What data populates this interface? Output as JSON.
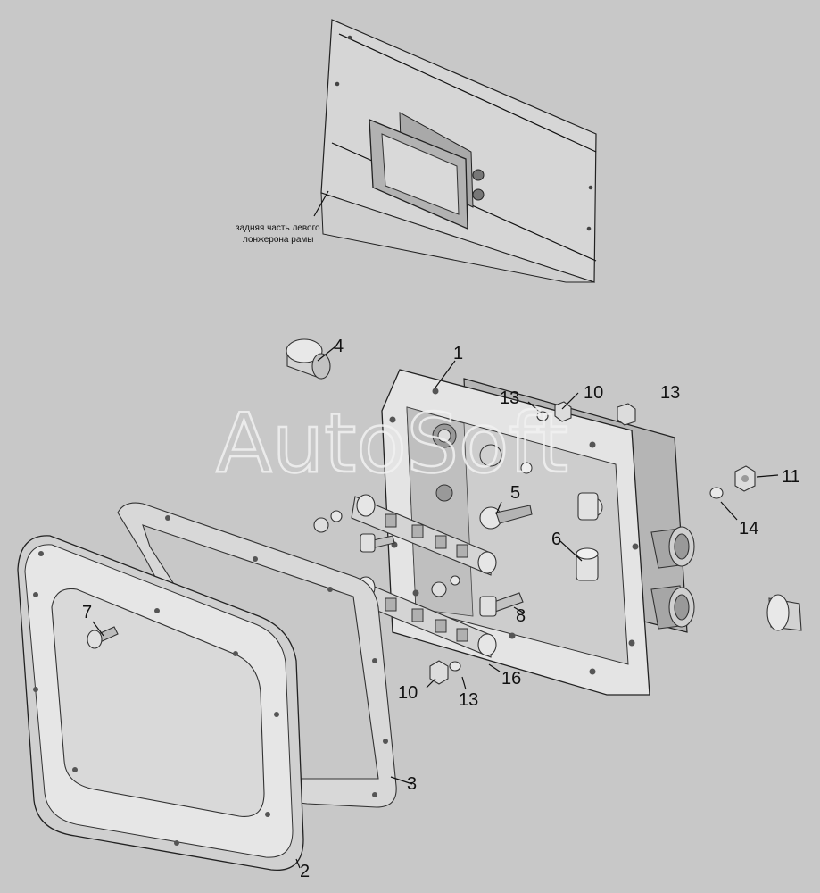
{
  "location_note": {
    "line1": "задняя часть левого",
    "line2": "лонжерона рамы"
  },
  "watermark": "AutoSoft",
  "callouts": [
    {
      "id": "c1",
      "label": "1"
    },
    {
      "id": "c2",
      "label": "2"
    },
    {
      "id": "c3",
      "label": "3"
    },
    {
      "id": "c4",
      "label": "4"
    },
    {
      "id": "c5",
      "label": "5"
    },
    {
      "id": "c6",
      "label": "6"
    },
    {
      "id": "c7",
      "label": "7"
    },
    {
      "id": "c8",
      "label": "8"
    },
    {
      "id": "c10a",
      "label": "10"
    },
    {
      "id": "c10b",
      "label": "10"
    },
    {
      "id": "c11",
      "label": "11"
    },
    {
      "id": "c13a",
      "label": "13"
    },
    {
      "id": "c13b",
      "label": "13"
    },
    {
      "id": "c13c",
      "label": "13"
    },
    {
      "id": "c14",
      "label": "14"
    },
    {
      "id": "c16",
      "label": "16"
    }
  ],
  "colors": {
    "background": "#c8c8c8",
    "part_fill": "#e4e4e4",
    "part_shade": "#b9b9b9",
    "line": "#111111"
  }
}
